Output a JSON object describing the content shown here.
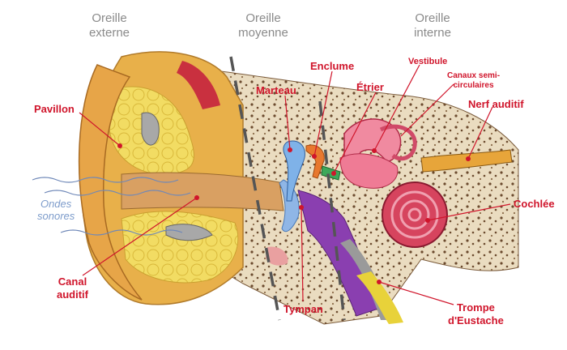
{
  "sections": {
    "outer": [
      "Oreille",
      "externe"
    ],
    "middle": [
      "Oreille",
      "moyenne"
    ],
    "inner": [
      "Oreille",
      "interne"
    ]
  },
  "labels": {
    "pavillon": "Pavillon",
    "marteau": "Marteau",
    "enclume": "Enclume",
    "etrier": "Étrier",
    "vestibule": "Vestibule",
    "canaux": [
      "Canaux semi-",
      "circulaires"
    ],
    "nerf": "Nerf auditif",
    "cochlee": "Cochlée",
    "canal": [
      "Canal",
      "auditif"
    ],
    "tympan": "Tympan",
    "trompe": [
      "Trompe",
      "d'Eustache"
    ]
  },
  "waves_label": [
    "Ondes",
    "sonores"
  ],
  "colors": {
    "label_red": "#d0152b",
    "section_gray": "#8a8a8a",
    "wave_blue": "#7d9ccb"
  }
}
